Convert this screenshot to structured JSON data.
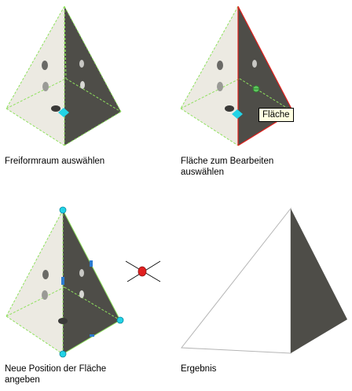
{
  "steps": [
    {
      "caption_line1": "Freiformraum auswählen",
      "caption_line2": ""
    },
    {
      "caption_line1": "Fläche zum Bearbeiten",
      "caption_line2": "auswählen"
    },
    {
      "caption_line1": "Neue Position der Fläche",
      "caption_line2": "angeben"
    },
    {
      "caption_line1": "Ergebnis",
      "caption_line2": ""
    }
  ],
  "tooltip": {
    "label": "Fläche"
  },
  "colors": {
    "light_face": "#eceae2",
    "dark_face": "#4e4d48",
    "dashed_edge": "#8fe15e",
    "selected_edge": "#e0201c",
    "grip": "#22d3e6",
    "marker": "#e02020",
    "outline": "#b4b4b4"
  },
  "icons": [
    "cursor-marker-icon"
  ]
}
